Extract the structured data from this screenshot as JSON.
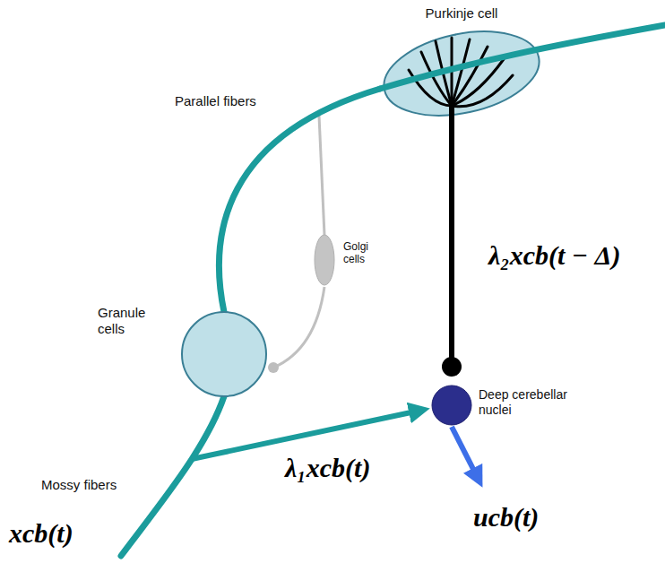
{
  "diagram": {
    "nodes": [
      {
        "text": [
          "Purkinje cell"
        ]
      },
      {
        "text": [
          "Golgi cells"
        ]
      },
      {
        "text": [
          "Granule cells"
        ]
      },
      {
        "text": [
          "Deep cerebellar nuclei"
        ]
      }
    ],
    "edges": [
      {
        "from": 2,
        "to": 0,
        "arrow": "none",
        "label": "Parallel fibers"
      },
      {
        "from": 1,
        "to": 2,
        "arrow": "none"
      },
      {
        "from": 0,
        "to": 3,
        "arrow": "none",
        "label": "λ₂xcb(t − Δ)"
      }
    ],
    "labels": [
      "xcb(t)",
      "Mossy fibers",
      "λ₁xcb(t)",
      "ucb(t)"
    ]
  }
}
